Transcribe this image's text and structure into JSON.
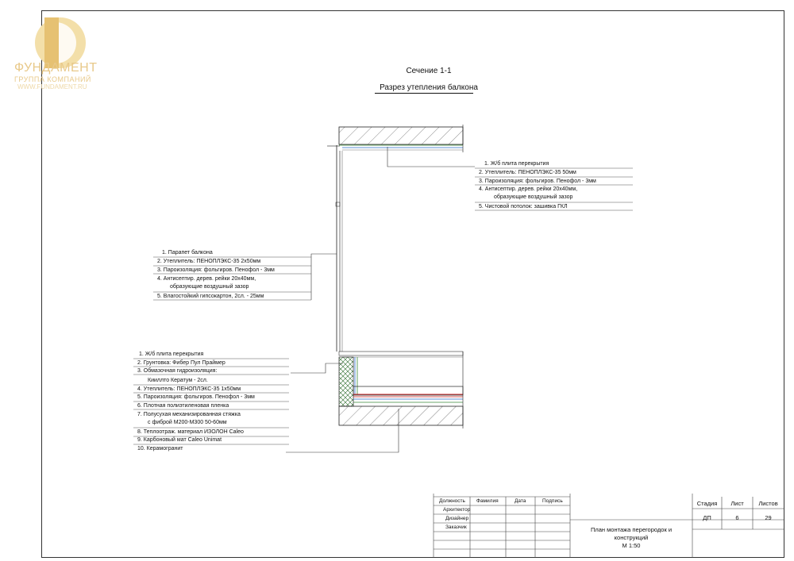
{
  "logo": {
    "brand": "ФУНДАМЕНТ",
    "sub": "ГРУППА КОМПАНИЙ",
    "site": "WWW.FUNDAMENT.RU"
  },
  "section_title": "Сечение 1-1",
  "section_subtitle": "Разрез утепления балкона",
  "ceiling_notes": [
    "1. Ж/б плита перекрытия",
    "2. Утеплитель: ПЕНОПЛЭКС-35 50мм",
    "3. Пароизоляция: фольгиров. Пенофол - 3мм",
    "4. Антисептир. дерев. рейки 20х40мм,",
    "образующие воздушный зазор",
    "5. Чистовой потолок: зашивка ГКЛ"
  ],
  "parapet_notes": [
    "1. Парапет балкона",
    "2. Утеплитель: ПЕНОПЛЭКС-35 2х50мм",
    "3. Пароизоляция: фольгиров. Пенофол - 3мм",
    "4. Антисептир. дерев. рейки 20х40мм,",
    "образующие воздушный зазор",
    "5. Влагостойкий гипсокартон, 2сл. - 25мм"
  ],
  "floor_notes": [
    "1. Ж/б плита перекрытия",
    "2. Грунтовка: Фибер Пул Праймер",
    "3. Обмазочная гидроизоляция:",
    "Кииллто Кератум - 2сл.",
    "4. Утеплитель: ПЕНОПЛЭКС-35 1х50мм",
    "5. Пароизоляция: фольгиров. Пенофол - 3мм",
    "6. Плотная полиэтиленовая пленка",
    "7. Полусухая механизированная стяжка",
    "с фиброй М200-М300 50-60мм",
    "8. Теплоотраж. материал ИЗОЛОН Caleo",
    "9. Карбоновый мат Caleo Unimat",
    "10. Керамогранит"
  ],
  "stamp": {
    "headers": [
      "Должность",
      "Фамилия",
      "Дата",
      "Подпись"
    ],
    "roles": [
      "Архитектор",
      "Дизайнер",
      "Заказчик"
    ],
    "col_headers": [
      "Стадия",
      "Лист",
      "Листов"
    ],
    "values": [
      "ДП",
      "6",
      "29"
    ],
    "title_lines": [
      "План монтажа перегородок и",
      "конструкций",
      "М 1:50"
    ]
  }
}
